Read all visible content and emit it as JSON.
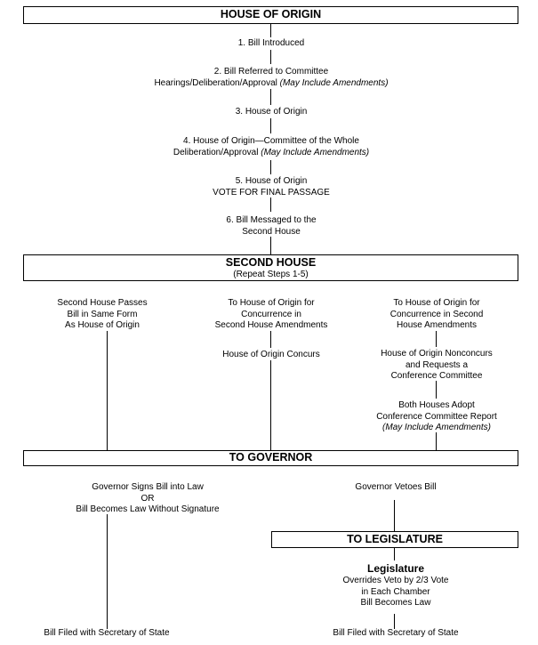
{
  "sections": {
    "house_of_origin": "HOUSE OF ORIGIN",
    "second_house": "SECOND HOUSE",
    "second_house_note": "(Repeat Steps 1-5)",
    "to_governor": "TO GOVERNOR",
    "to_legislature": "TO LEGISLATURE"
  },
  "steps": {
    "s1": "1.  Bill Introduced",
    "s2_a": "2.  Bill Referred to Committee",
    "s2_b": "Hearings/Deliberation/Approval ",
    "s2_c": "(May Include Amendments)",
    "s3": "3.  House of Origin",
    "s4_a": "4.  House of Origin—Committee of the Whole",
    "s4_b": "Deliberation/Approval ",
    "s4_c": "(May Include Amendments)",
    "s5_a": "5.  House of Origin",
    "s5_b": "VOTE FOR FINAL PASSAGE",
    "s6_a": "6.  Bill Messaged to the",
    "s6_b": "Second House"
  },
  "branches": {
    "left": [
      "Second House Passes",
      "Bill in Same Form",
      "As House of Origin"
    ],
    "mid": [
      "To House of Origin for",
      "Concurrence in",
      "Second House Amendments"
    ],
    "mid_concurs": "House of Origin Concurs",
    "right": [
      "To House of Origin for",
      "Concurrence in Second",
      "House Amendments"
    ],
    "right_nonconcur": [
      "House of Origin Nonconcurs",
      "and Requests a",
      "Conference Committee"
    ],
    "right_adopt": [
      "Both Houses Adopt",
      "Conference Committee Report"
    ],
    "right_adopt_note": "(May Include Amendments)"
  },
  "governor": {
    "signs": [
      "Governor Signs Bill into Law",
      "OR",
      "Bill Becomes Law Without Signature"
    ],
    "vetoes": "Governor Vetoes Bill"
  },
  "legislature": {
    "title": "Legislature",
    "lines": [
      "Overrides Veto by 2/3 Vote",
      "in Each Chamber",
      "Bill Becomes Law"
    ]
  },
  "filed": {
    "left": "Bill Filed with Secretary of State",
    "right": "Bill Filed with Secretary of State"
  }
}
